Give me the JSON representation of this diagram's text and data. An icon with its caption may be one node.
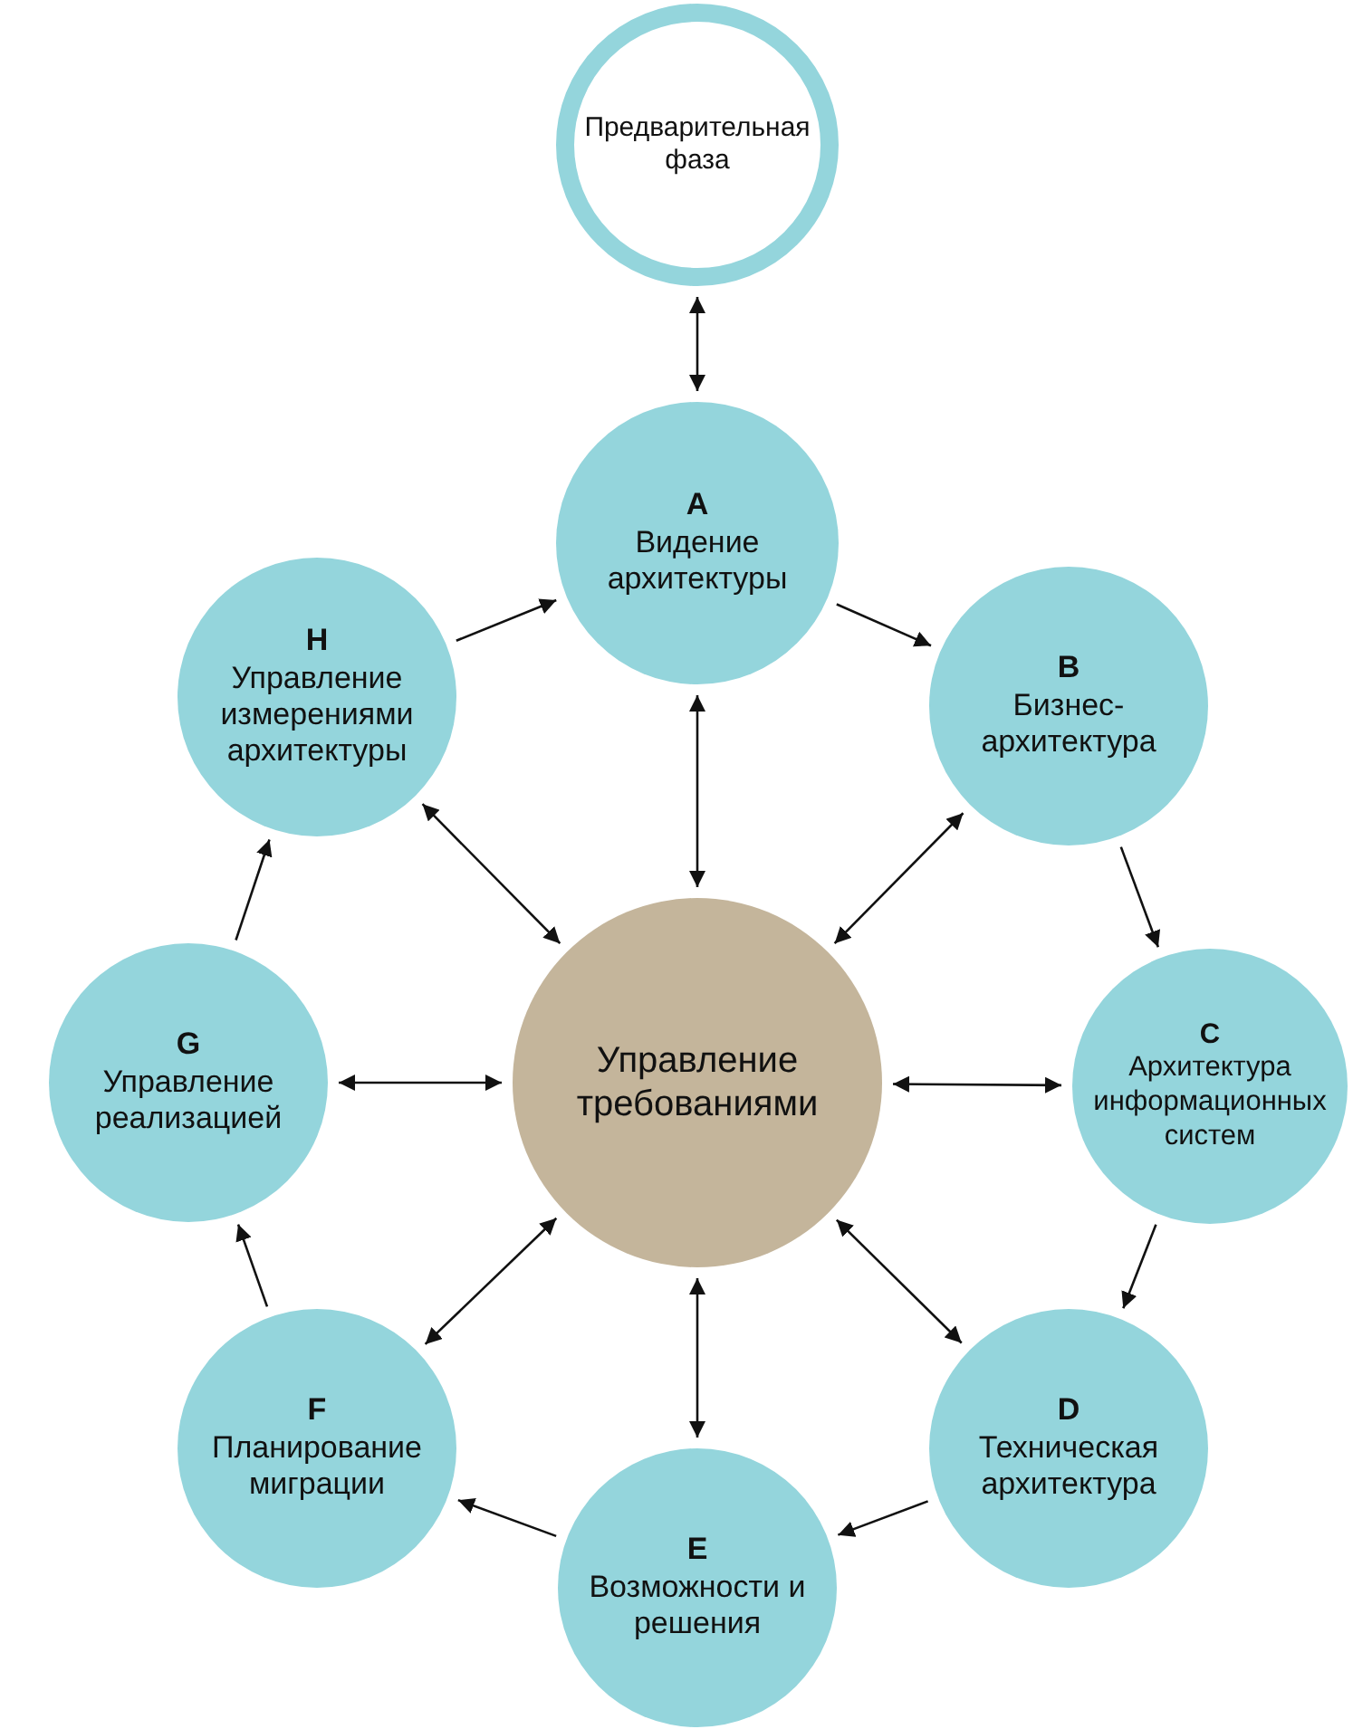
{
  "diagram": {
    "nodes": [
      {
        "text": [
          "Предварительная фаза"
        ]
      },
      {
        "text": [
          "A",
          "Видение архитектуры"
        ]
      },
      {
        "text": [
          "B",
          "Бизнес-архитектура"
        ]
      },
      {
        "text": [
          "C",
          "Архитектура информационных систем"
        ]
      },
      {
        "text": [
          "D",
          "Техническая архитектура"
        ]
      },
      {
        "text": [
          "E",
          "Возможности и решения"
        ]
      },
      {
        "text": [
          "F",
          "Планирование миграции"
        ]
      },
      {
        "text": [
          "G",
          "Управление реализацией"
        ]
      },
      {
        "text": [
          "H",
          "Управление измерениями архитектуры"
        ]
      },
      {
        "text": [
          "Управление требованиями"
        ]
      }
    ],
    "edges": [
      {
        "from": 0,
        "to": 1,
        "arrow": "both"
      },
      {
        "from": 1,
        "to": 2,
        "arrow": "to"
      },
      {
        "from": 2,
        "to": 3,
        "arrow": "to"
      },
      {
        "from": 3,
        "to": 4,
        "arrow": "to"
      },
      {
        "from": 4,
        "to": 5,
        "arrow": "to"
      },
      {
        "from": 5,
        "to": 6,
        "arrow": "to"
      },
      {
        "from": 6,
        "to": 7,
        "arrow": "to"
      },
      {
        "from": 7,
        "to": 8,
        "arrow": "to"
      },
      {
        "from": 8,
        "to": 1,
        "arrow": "to"
      },
      {
        "from": 9,
        "to": 1,
        "arrow": "both"
      },
      {
        "from": 9,
        "to": 2,
        "arrow": "both"
      },
      {
        "from": 9,
        "to": 3,
        "arrow": "both"
      },
      {
        "from": 9,
        "to": 4,
        "arrow": "both"
      },
      {
        "from": 9,
        "to": 5,
        "arrow": "both"
      },
      {
        "from": 9,
        "to": 6,
        "arrow": "both"
      },
      {
        "from": 9,
        "to": 7,
        "arrow": "both"
      },
      {
        "from": 9,
        "to": 8,
        "arrow": "both"
      }
    ]
  }
}
